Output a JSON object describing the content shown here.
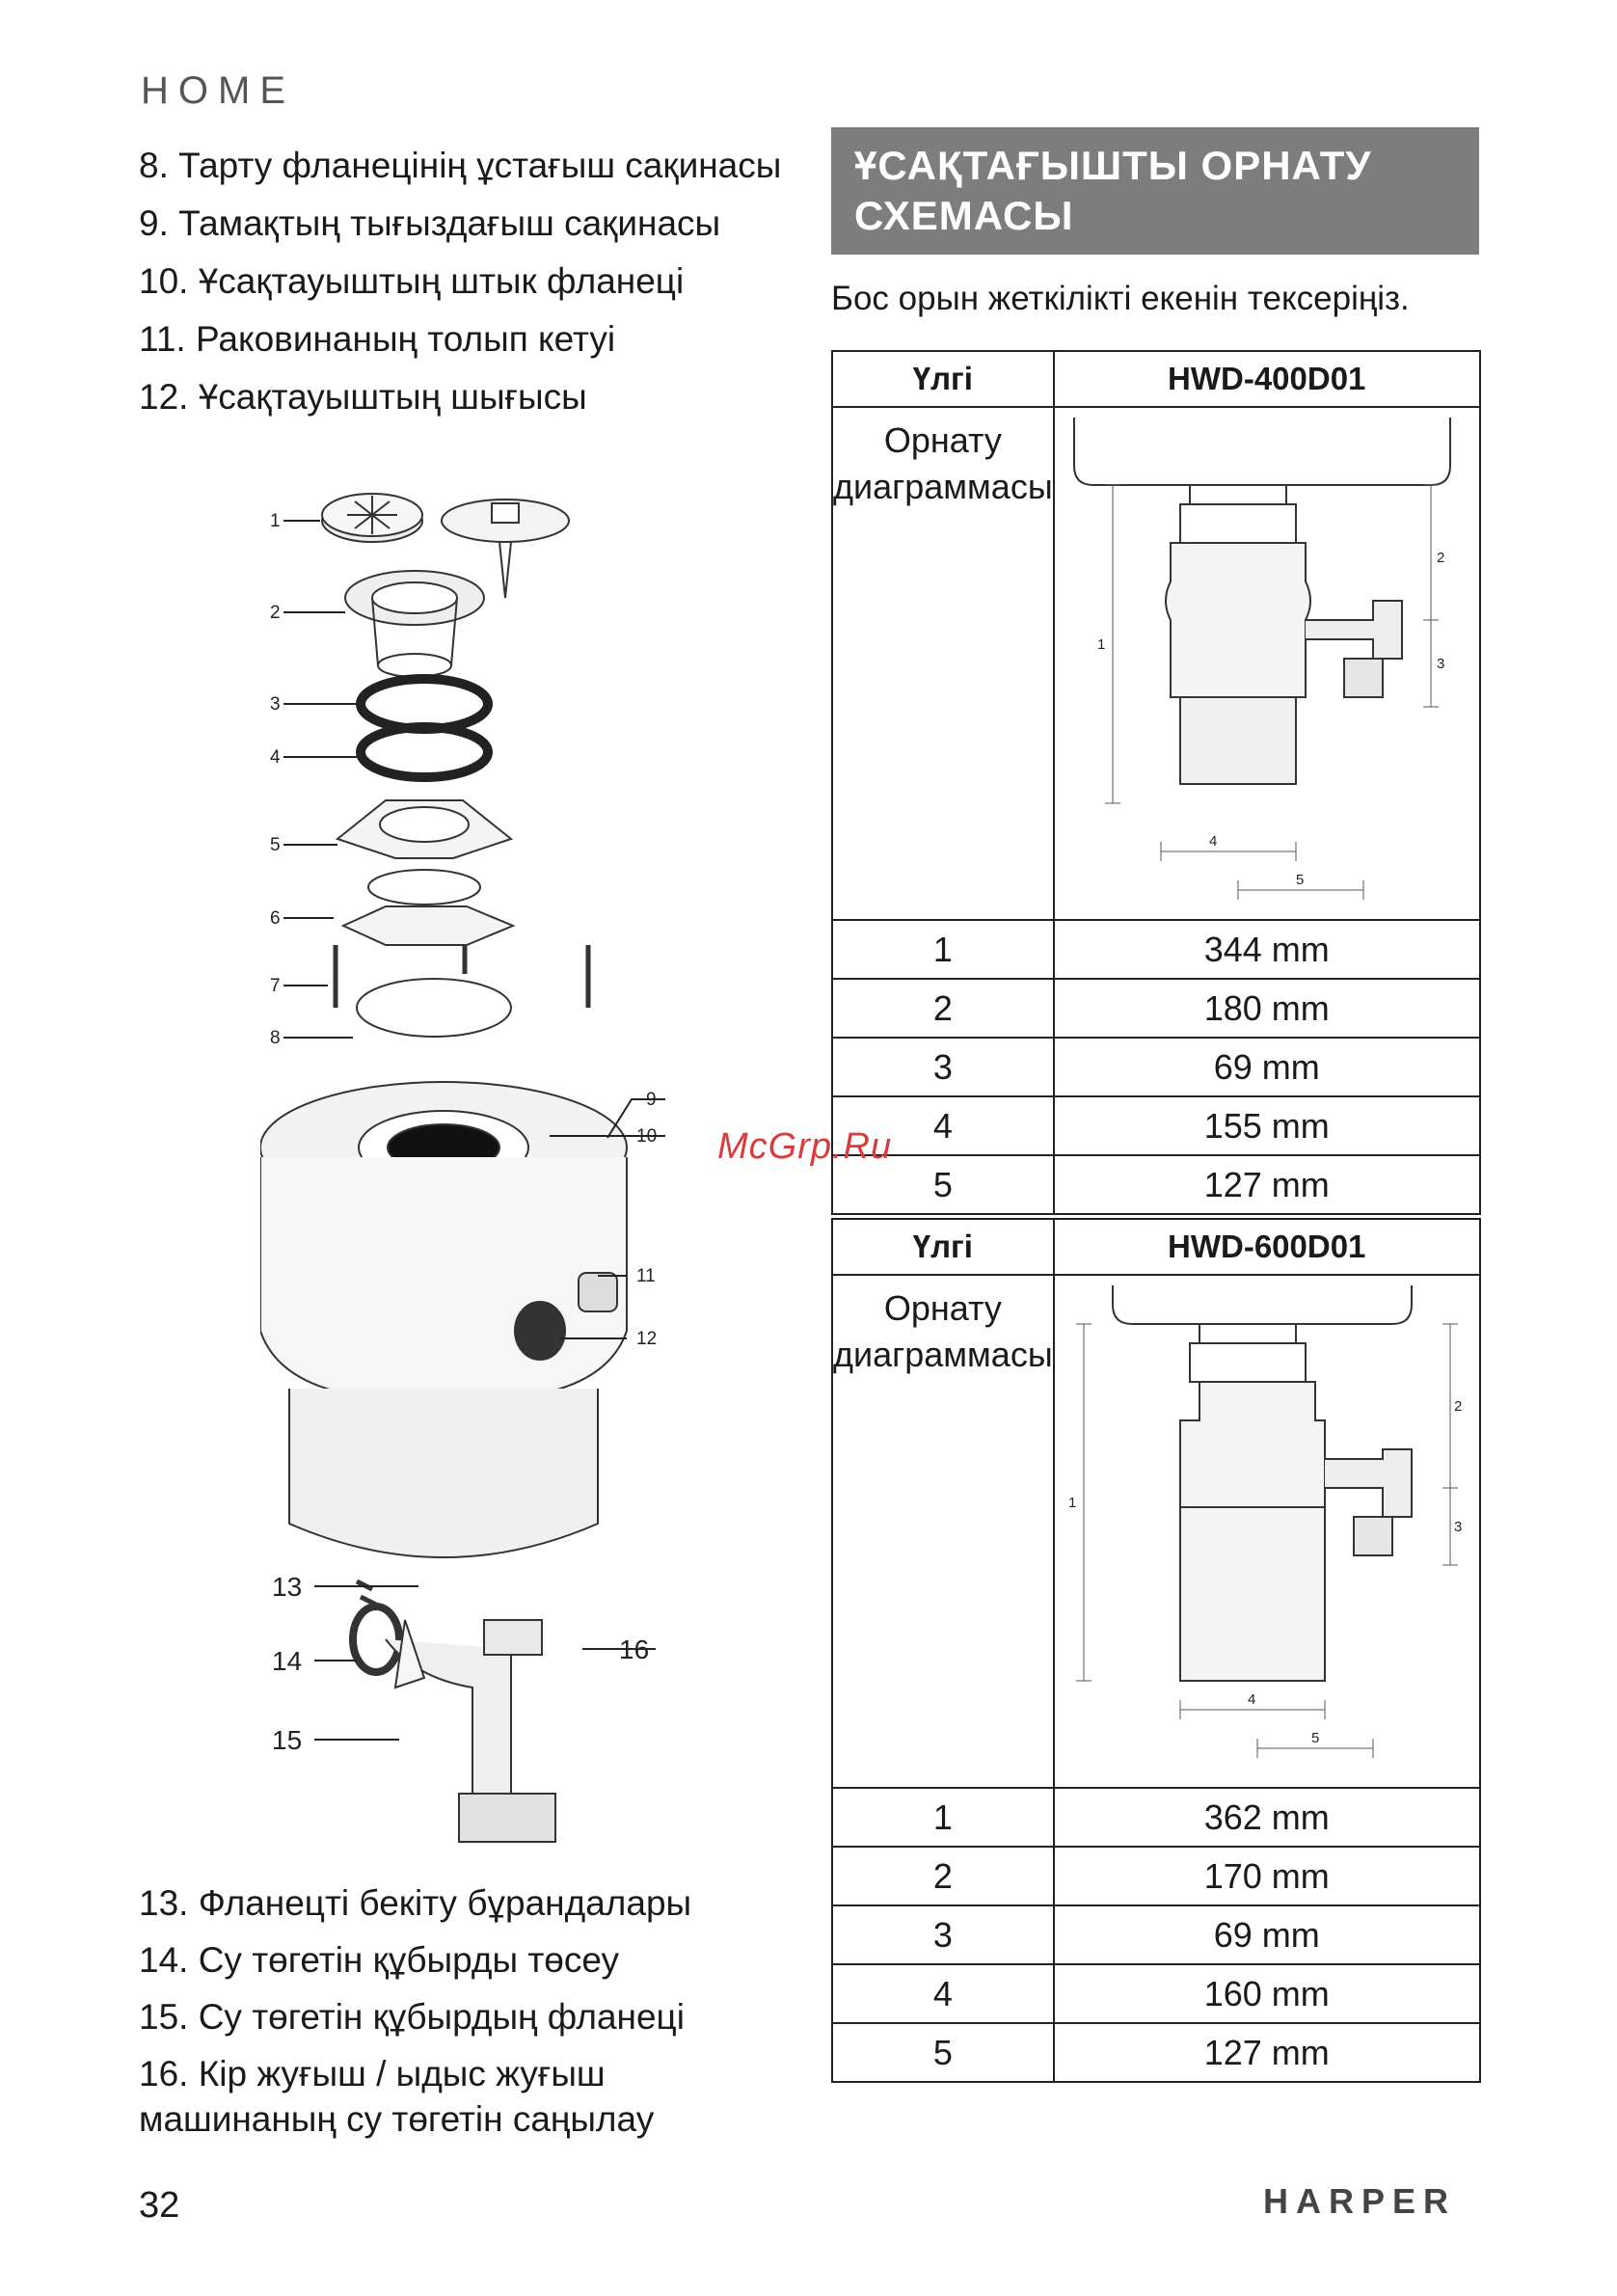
{
  "header": {
    "brand": "HOME"
  },
  "left_list": {
    "items": [
      "8. Тарту фланецінің ұстағыш сақинасы",
      "9. Тамақтың тығыздағыш сақинасы",
      "10. Ұсақтауыштың штык фланеці",
      "11. Раковинаның толып кетуі",
      "12. Ұсақтауыштың шығысы"
    ]
  },
  "figure_labels": [
    "1",
    "2",
    "3",
    "4",
    "5",
    "6",
    "7",
    "8",
    "9",
    "10",
    "11",
    "12",
    "13",
    "14",
    "15",
    "16"
  ],
  "bottom_list": {
    "items": [
      "13. Фланецті бекіту бұрандалары",
      "14. Су төгетін құбырды төсеу",
      "15. Су төгетін құбырдың фланеці",
      "16. Кір жуғыш / ыдыс жуғыш машинаның су төгетін саңылау"
    ]
  },
  "section": {
    "title": "ҰСАҚТАҒЫШТЫ ОРНАТУ СХЕМАСЫ",
    "note": "Бос орын жеткілікті екенін тексеріңіз."
  },
  "tables": [
    {
      "model_label": "Үлгі",
      "model": "HWD-400D01",
      "diagram_label": "Орнату диаграммасы",
      "diagram_dims": [
        "1",
        "2",
        "3",
        "4",
        "5"
      ],
      "rows": [
        {
          "key": "1",
          "value": "344 mm"
        },
        {
          "key": "2",
          "value": "180 mm"
        },
        {
          "key": "3",
          "value": "69 mm"
        },
        {
          "key": "4",
          "value": "155 mm"
        },
        {
          "key": "5",
          "value": "127 mm"
        }
      ]
    },
    {
      "model_label": "Үлгі",
      "model": "HWD-600D01",
      "diagram_label": "Орнату диаграммасы",
      "diagram_dims": [
        "1",
        "2",
        "3",
        "4",
        "5"
      ],
      "rows": [
        {
          "key": "1",
          "value": "362 mm"
        },
        {
          "key": "2",
          "value": "170 mm"
        },
        {
          "key": "3",
          "value": "69 mm"
        },
        {
          "key": "4",
          "value": "160 mm"
        },
        {
          "key": "5",
          "value": "127 mm"
        }
      ]
    }
  ],
  "watermark": "McGrp.Ru",
  "footer": {
    "page_number": "32",
    "brand": "HARPER"
  }
}
